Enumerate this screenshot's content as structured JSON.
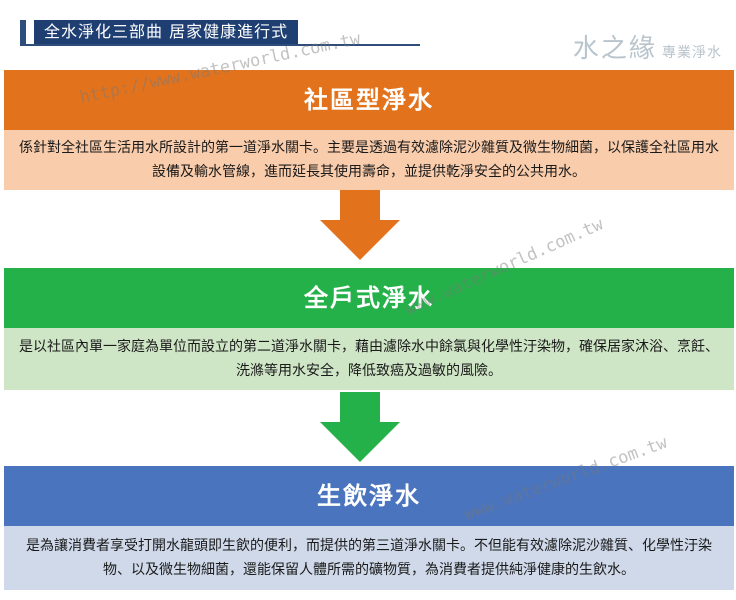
{
  "header": {
    "title": "全水淨化三部曲 居家健康進行式"
  },
  "brand": {
    "name": "水之緣",
    "subtitle": "專業淨水"
  },
  "stages": [
    {
      "title": "社區型淨水",
      "description": "係針對全社區生活用水所設計的第一道淨水關卡。主要是透過有效濾除泥沙雜質及微生物細菌，以保護全社區用水設備及輸水管線，進而延長其使用壽命，並提供乾淨安全的公共用水。",
      "color": "#e2731c",
      "desc_color": "#f9ccab"
    },
    {
      "title": "全戶式淨水",
      "description": "是以社區內單一家庭為單位而設立的第二道淨水關卡，藉由濾除水中餘氯與化學性汙染物，確保居家沐浴、烹飪、洗滌等用水安全，降低致癌及過敏的風險。",
      "color": "#25b14a",
      "desc_color": "#cfe6c6"
    },
    {
      "title": "生飲淨水",
      "description": "是為讓消費者享受打開水龍頭即生飲的便利，而提供的第三道淨水關卡。不但能有效濾除泥沙雜質、化學性汙染物、以及微生物細菌，還能保留人體所需的礦物質，為消費者提供純淨健康的生飲水。",
      "color": "#4a74bd",
      "desc_color": "#cfd9ea"
    }
  ],
  "watermarks": [
    "http://www.waterworld.com.tw",
    "www.waterworld.com.tw",
    "www.waterworld.com.tw"
  ]
}
